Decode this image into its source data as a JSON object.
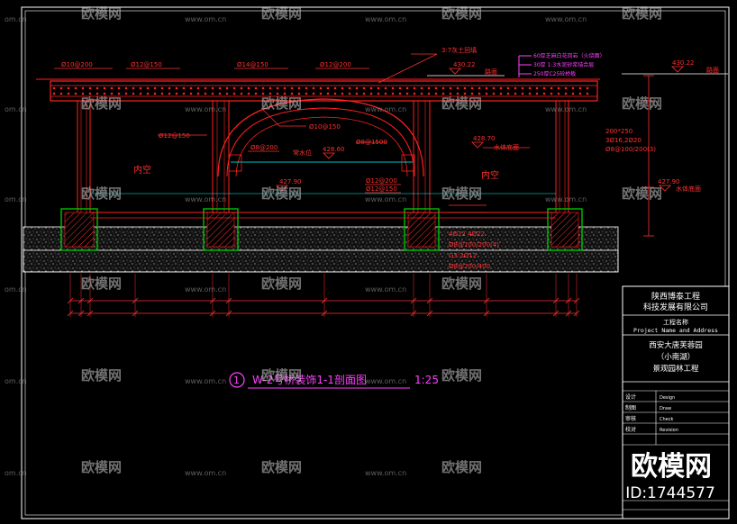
{
  "drawing": {
    "caption_number": "1",
    "caption_title": "W-2号桥装饰1-1剖面图",
    "caption_scale": "1:25",
    "label_left_hollow": "内空",
    "label_right_hollow": "内空",
    "label_water_level": "常水位",
    "label_road_left": "路面",
    "label_road_right": "路面",
    "label_lime_soil": "3:7灰土回填",
    "label_pool_bottom": "水体底面",
    "label_pool_bottom_right": "水体底面",
    "elev_left": "430.22",
    "elev_right": "430.22",
    "elev_water": "428.60",
    "elev_lower": "428.70",
    "elev_left_base": "427.90",
    "elev_right_base": "427.90",
    "rebar_top_1": "Ø10@200",
    "rebar_top_2": "Ø12@150",
    "rebar_top_3": "Ø14@150",
    "rebar_top_4": "Ø12@200",
    "rebar_arch": "Ø10@150",
    "rebar_mid_left": "Ø12@150",
    "rebar_mid_1": "Ø8@200",
    "rebar_mid_2": "Ø8@1500",
    "rebar_mid_3": "Ø12@200",
    "rebar_mid_4": "Ø12@150",
    "rebar_col_1": "4Ø22  4Ø22",
    "rebar_col_2": "Ø8@100/200(4)",
    "rebar_col_3": "G3:2Ø12",
    "rebar_col_4": "Ø8@200/400",
    "layer_1": "60厚芝麻白花岗岩（火烧面）",
    "layer_2": "30厚 1:3水泥砂浆结合层",
    "layer_3": "250厚C25砼桥板",
    "right_note_1": "200*250",
    "right_note_2": "3Ø16,2Ø20",
    "right_note_3": "Ø8@100/200(3)"
  },
  "title_block": {
    "company": "陕西博泰工程科技发展有限公司",
    "company_line1": "陕西博泰工程",
    "company_line2": "科技发展有限公司",
    "project_label": "工程名称",
    "project_label_en": "Project Name and Address",
    "project_line1": "西安大唐芙蓉园",
    "project_line2": "（小南湖）",
    "project_line3": "景观园林工程",
    "rows": [
      {
        "cn": "设计",
        "en": "Design"
      },
      {
        "cn": "制图",
        "en": "Draw"
      },
      {
        "cn": "审核",
        "en": "Check"
      },
      {
        "cn": "校对",
        "en": "Revision"
      }
    ]
  },
  "watermark": {
    "brand": "欧模网",
    "site": "www.om.cn",
    "site_short": "om.cn",
    "id": "ID:1744577"
  },
  "colors": {
    "background": "#000000",
    "structure": "#ff2020",
    "dim": "#ff3030",
    "green": "#00c000",
    "caption": "#ff40ff",
    "layer_text": "#ff40ff",
    "border": "#ffffff"
  }
}
